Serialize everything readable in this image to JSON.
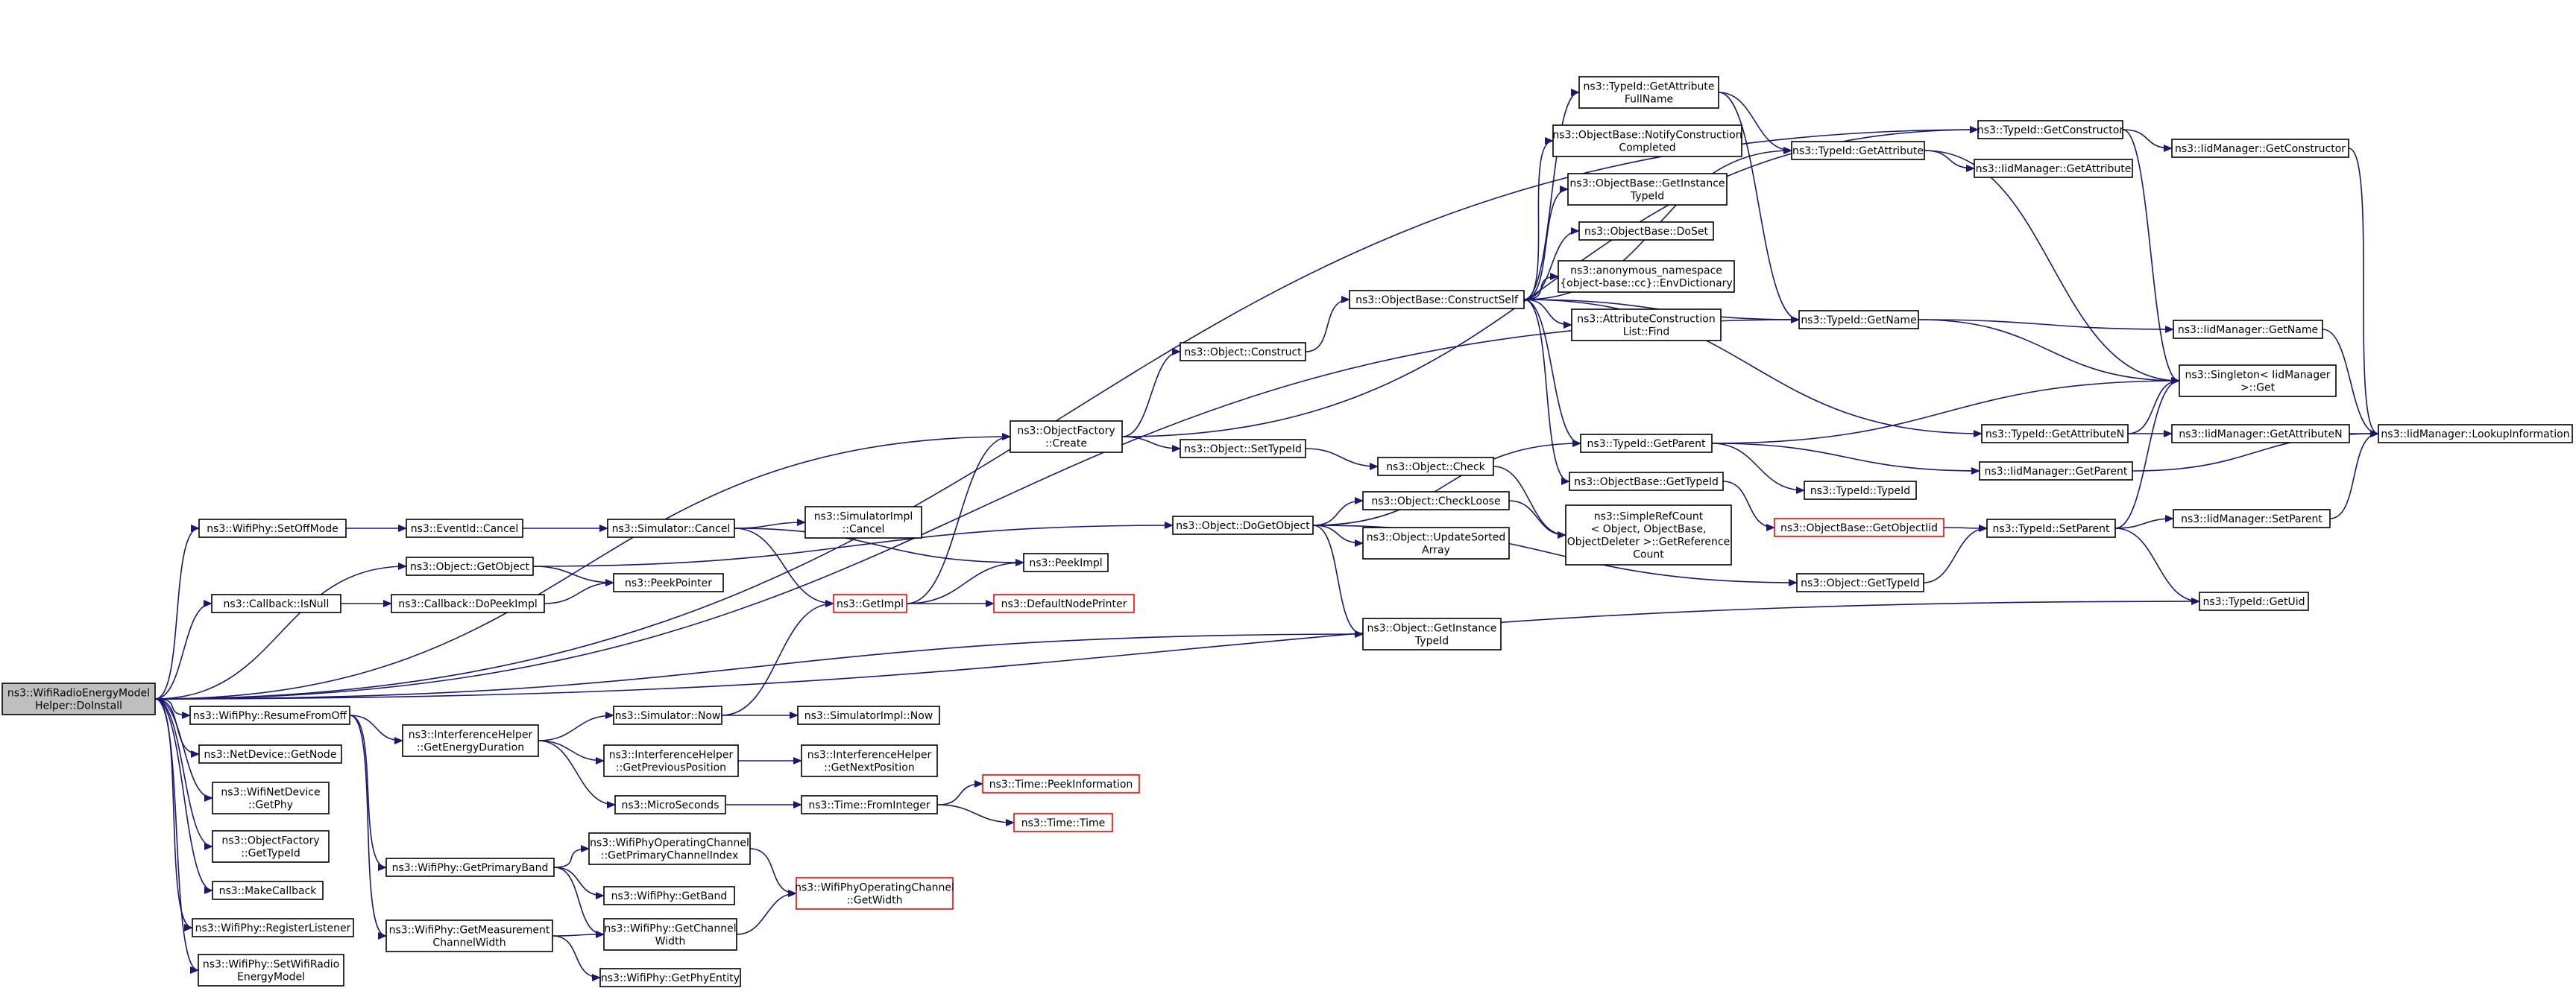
{
  "colors": {
    "edge": "#191970",
    "border": "#000000",
    "red_border": "#ff0000",
    "root_fill": "#bfbfbf"
  },
  "nodes": [
    {
      "id": "root",
      "lines": [
        "ns3::WifiRadioEnergyModel",
        "Helper::DoInstall"
      ],
      "style": "root"
    },
    {
      "id": "setOffMode",
      "lines": [
        "ns3::WifiPhy::SetOffMode"
      ]
    },
    {
      "id": "getObject",
      "lines": [
        "ns3::Object::GetObject"
      ]
    },
    {
      "id": "cbIsNull",
      "lines": [
        "ns3::Callback::IsNull"
      ]
    },
    {
      "id": "resumeFromOff",
      "lines": [
        "ns3::WifiPhy::ResumeFromOff"
      ]
    },
    {
      "id": "getNode",
      "lines": [
        "ns3::NetDevice::GetNode"
      ]
    },
    {
      "id": "wndGetPhy",
      "lines": [
        "ns3::WifiNetDevice",
        "::GetPhy"
      ]
    },
    {
      "id": "ofGetTypeId",
      "lines": [
        "ns3::ObjectFactory",
        "::GetTypeId"
      ]
    },
    {
      "id": "makeCallback",
      "lines": [
        "ns3::MakeCallback"
      ]
    },
    {
      "id": "registerListener",
      "lines": [
        "ns3::WifiPhy::RegisterListener"
      ]
    },
    {
      "id": "setEnergyModel",
      "lines": [
        "ns3::WifiPhy::SetWifiRadio",
        "EnergyModel"
      ]
    },
    {
      "id": "eventCancel",
      "lines": [
        "ns3::EventId::Cancel"
      ]
    },
    {
      "id": "cbDoPeekImpl",
      "lines": [
        "ns3::Callback::DoPeekImpl"
      ]
    },
    {
      "id": "ihGetEnergy",
      "lines": [
        "ns3::InterferenceHelper",
        "::GetEnergyDuration"
      ]
    },
    {
      "id": "getPrimaryBand",
      "lines": [
        "ns3::WifiPhy::GetPrimaryBand"
      ]
    },
    {
      "id": "getMeasChanWidth",
      "lines": [
        "ns3::WifiPhy::GetMeasurement",
        "ChannelWidth"
      ]
    },
    {
      "id": "simCancel",
      "lines": [
        "ns3::Simulator::Cancel"
      ]
    },
    {
      "id": "peekPointer",
      "lines": [
        "ns3::PeekPointer"
      ]
    },
    {
      "id": "simNow",
      "lines": [
        "ns3::Simulator::Now"
      ]
    },
    {
      "id": "ihGetPrevPos",
      "lines": [
        "ns3::InterferenceHelper",
        "::GetPreviousPosition"
      ]
    },
    {
      "id": "microSeconds",
      "lines": [
        "ns3::MicroSeconds"
      ]
    },
    {
      "id": "wocGetPrimIdx",
      "lines": [
        "ns3::WifiPhyOperatingChannel",
        "::GetPrimaryChannelIndex"
      ]
    },
    {
      "id": "getBand",
      "lines": [
        "ns3::WifiPhy::GetBand"
      ]
    },
    {
      "id": "getChanWidth",
      "lines": [
        "ns3::WifiPhy::GetChannel",
        "Width"
      ]
    },
    {
      "id": "getPhyEntity",
      "lines": [
        "ns3::WifiPhy::GetPhyEntity"
      ]
    },
    {
      "id": "simImplCancel",
      "lines": [
        "ns3::SimulatorImpl",
        "::Cancel"
      ]
    },
    {
      "id": "getImpl",
      "lines": [
        "ns3::GetImpl"
      ],
      "style": "red"
    },
    {
      "id": "simImplNow",
      "lines": [
        "ns3::SimulatorImpl::Now"
      ]
    },
    {
      "id": "ihGetNextPos",
      "lines": [
        "ns3::InterferenceHelper",
        "::GetNextPosition"
      ]
    },
    {
      "id": "timeFromInt",
      "lines": [
        "ns3::Time::FromInteger"
      ]
    },
    {
      "id": "wocGetWidth",
      "lines": [
        "ns3::WifiPhyOperatingChannel",
        "::GetWidth"
      ],
      "style": "red"
    },
    {
      "id": "ofCreate",
      "lines": [
        "ns3::ObjectFactory",
        "::Create"
      ]
    },
    {
      "id": "peekImpl",
      "lines": [
        "ns3::PeekImpl"
      ]
    },
    {
      "id": "defNodePrinter",
      "lines": [
        "ns3::DefaultNodePrinter"
      ],
      "style": "red"
    },
    {
      "id": "timePeekInfo",
      "lines": [
        "ns3::Time::PeekInformation"
      ],
      "style": "red"
    },
    {
      "id": "timeTime",
      "lines": [
        "ns3::Time::Time"
      ],
      "style": "red"
    },
    {
      "id": "objConstruct",
      "lines": [
        "ns3::Object::Construct"
      ]
    },
    {
      "id": "objSetTypeId",
      "lines": [
        "ns3::Object::SetTypeId"
      ]
    },
    {
      "id": "doGetObject",
      "lines": [
        "ns3::Object::DoGetObject"
      ]
    },
    {
      "id": "obConstructSelf",
      "lines": [
        "ns3::ObjectBase::ConstructSelf"
      ]
    },
    {
      "id": "objCheck",
      "lines": [
        "ns3::Object::Check"
      ]
    },
    {
      "id": "objCheckLoose",
      "lines": [
        "ns3::Object::CheckLoose"
      ]
    },
    {
      "id": "objUpdateSorted",
      "lines": [
        "ns3::Object::UpdateSorted",
        "Array"
      ]
    },
    {
      "id": "objGetInstTid",
      "lines": [
        "ns3::Object::GetInstance",
        "TypeId"
      ]
    },
    {
      "id": "tidGetAttrFull",
      "lines": [
        "ns3::TypeId::GetAttribute",
        "FullName"
      ]
    },
    {
      "id": "obNotifyCC",
      "lines": [
        "ns3::ObjectBase::NotifyConstruction",
        "Completed"
      ]
    },
    {
      "id": "obGetInstTid",
      "lines": [
        "ns3::ObjectBase::GetInstance",
        "TypeId"
      ]
    },
    {
      "id": "obDoSet",
      "lines": [
        "ns3::ObjectBase::DoSet"
      ]
    },
    {
      "id": "anonEnvDict",
      "lines": [
        "ns3::anonymous_namespace",
        "{object-base::cc}::EnvDictionary"
      ]
    },
    {
      "id": "acListFind",
      "lines": [
        "ns3::AttributeConstruction",
        "List::Find"
      ]
    },
    {
      "id": "tidGetParent",
      "lines": [
        "ns3::TypeId::GetParent"
      ]
    },
    {
      "id": "obGetTypeId",
      "lines": [
        "ns3::ObjectBase::GetTypeId"
      ]
    },
    {
      "id": "tidTypeId",
      "lines": [
        "ns3::TypeId::TypeId"
      ]
    },
    {
      "id": "srcGetRefCount",
      "lines": [
        "ns3::SimpleRefCount",
        "< Object, ObjectBase,",
        "ObjectDeleter >::GetReference",
        "Count"
      ]
    },
    {
      "id": "obGetObjectIid",
      "lines": [
        "ns3::ObjectBase::GetObjectIid"
      ],
      "style": "red"
    },
    {
      "id": "objGetTypeId",
      "lines": [
        "ns3::Object::GetTypeId"
      ]
    },
    {
      "id": "tidGetAttr",
      "lines": [
        "ns3::TypeId::GetAttribute"
      ]
    },
    {
      "id": "tidGetName",
      "lines": [
        "ns3::TypeId::GetName"
      ]
    },
    {
      "id": "tidGetConstructor",
      "lines": [
        "ns3::TypeId::GetConstructor"
      ]
    },
    {
      "id": "tidGetAttrN",
      "lines": [
        "ns3::TypeId::GetAttributeN"
      ]
    },
    {
      "id": "tidSetParent",
      "lines": [
        "ns3::TypeId::SetParent"
      ]
    },
    {
      "id": "iidGetAttr",
      "lines": [
        "ns3::IidManager::GetAttribute"
      ]
    },
    {
      "id": "iidGetConstructor",
      "lines": [
        "ns3::IidManager::GetConstructor"
      ]
    },
    {
      "id": "iidGetName",
      "lines": [
        "ns3::IidManager::GetName"
      ]
    },
    {
      "id": "singletonGet",
      "lines": [
        "ns3::Singleton< IidManager",
        ">::Get"
      ]
    },
    {
      "id": "iidGetAttrN",
      "lines": [
        "ns3::IidManager::GetAttributeN"
      ]
    },
    {
      "id": "iidGetParent",
      "lines": [
        "ns3::IidManager::GetParent"
      ]
    },
    {
      "id": "iidSetParent",
      "lines": [
        "ns3::IidManager::SetParent"
      ]
    },
    {
      "id": "tidGetUid",
      "lines": [
        "ns3::TypeId::GetUid"
      ]
    },
    {
      "id": "iidLookupInfo",
      "lines": [
        "ns3::IidManager::LookupInformation"
      ]
    }
  ],
  "edges": [
    [
      "root",
      "setOffMode"
    ],
    [
      "root",
      "getObject"
    ],
    [
      "root",
      "cbIsNull"
    ],
    [
      "root",
      "resumeFromOff"
    ],
    [
      "root",
      "getNode"
    ],
    [
      "root",
      "wndGetPhy"
    ],
    [
      "root",
      "ofGetTypeId"
    ],
    [
      "root",
      "makeCallback"
    ],
    [
      "root",
      "registerListener"
    ],
    [
      "root",
      "setEnergyModel"
    ],
    [
      "root",
      "ofCreate"
    ],
    [
      "root",
      "objGetInstTid"
    ],
    [
      "root",
      "tidGetConstructor"
    ],
    [
      "root",
      "tidGetName"
    ],
    [
      "root",
      "tidGetUid"
    ],
    [
      "setOffMode",
      "eventCancel"
    ],
    [
      "eventCancel",
      "simCancel"
    ],
    [
      "simCancel",
      "simImplCancel"
    ],
    [
      "simCancel",
      "getImpl"
    ],
    [
      "simCancel",
      "peekImpl"
    ],
    [
      "getObject",
      "doGetObject"
    ],
    [
      "getObject",
      "peekPointer"
    ],
    [
      "cbIsNull",
      "cbDoPeekImpl"
    ],
    [
      "cbDoPeekImpl",
      "peekPointer"
    ],
    [
      "resumeFromOff",
      "ihGetEnergy"
    ],
    [
      "resumeFromOff",
      "getPrimaryBand"
    ],
    [
      "resumeFromOff",
      "getMeasChanWidth"
    ],
    [
      "ihGetEnergy",
      "simNow"
    ],
    [
      "ihGetEnergy",
      "ihGetPrevPos"
    ],
    [
      "ihGetEnergy",
      "microSeconds"
    ],
    [
      "simNow",
      "getImpl"
    ],
    [
      "simNow",
      "simImplNow"
    ],
    [
      "ihGetPrevPos",
      "ihGetNextPos"
    ],
    [
      "microSeconds",
      "timeFromInt"
    ],
    [
      "timeFromInt",
      "timePeekInfo"
    ],
    [
      "timeFromInt",
      "timeTime"
    ],
    [
      "getPrimaryBand",
      "wocGetPrimIdx"
    ],
    [
      "getPrimaryBand",
      "getBand"
    ],
    [
      "getPrimaryBand",
      "getChanWidth"
    ],
    [
      "wocGetPrimIdx",
      "wocGetWidth"
    ],
    [
      "getChanWidth",
      "wocGetWidth"
    ],
    [
      "getMeasChanWidth",
      "getChanWidth"
    ],
    [
      "getMeasChanWidth",
      "getPhyEntity"
    ],
    [
      "getImpl",
      "ofCreate"
    ],
    [
      "getImpl",
      "peekImpl"
    ],
    [
      "getImpl",
      "defNodePrinter"
    ],
    [
      "ofCreate",
      "objConstruct"
    ],
    [
      "ofCreate",
      "objSetTypeId"
    ],
    [
      "ofCreate",
      "tidGetConstructor"
    ],
    [
      "objConstruct",
      "obConstructSelf"
    ],
    [
      "objSetTypeId",
      "objCheck"
    ],
    [
      "doGetObject",
      "objCheckLoose"
    ],
    [
      "doGetObject",
      "objUpdateSorted"
    ],
    [
      "doGetObject",
      "objGetInstTid"
    ],
    [
      "doGetObject",
      "tidGetParent"
    ],
    [
      "doGetObject",
      "objGetTypeId"
    ],
    [
      "objCheck",
      "srcGetRefCount"
    ],
    [
      "objCheckLoose",
      "srcGetRefCount"
    ],
    [
      "obConstructSelf",
      "tidGetAttrFull"
    ],
    [
      "obConstructSelf",
      "obNotifyCC"
    ],
    [
      "obConstructSelf",
      "obGetInstTid"
    ],
    [
      "obConstructSelf",
      "obDoSet"
    ],
    [
      "obConstructSelf",
      "anonEnvDict"
    ],
    [
      "obConstructSelf",
      "acListFind"
    ],
    [
      "obConstructSelf",
      "tidGetParent"
    ],
    [
      "obConstructSelf",
      "obGetTypeId"
    ],
    [
      "obConstructSelf",
      "tidGetAttr"
    ],
    [
      "obConstructSelf",
      "tidGetName"
    ],
    [
      "obConstructSelf",
      "tidGetAttrN"
    ],
    [
      "tidGetAttrFull",
      "tidGetAttr"
    ],
    [
      "tidGetAttrFull",
      "tidGetName"
    ],
    [
      "tidGetParent",
      "tidTypeId"
    ],
    [
      "tidGetParent",
      "iidGetParent"
    ],
    [
      "tidGetParent",
      "singletonGet"
    ],
    [
      "obGetTypeId",
      "obGetObjectIid"
    ],
    [
      "obGetObjectIid",
      "tidSetParent"
    ],
    [
      "objGetTypeId",
      "tidSetParent"
    ],
    [
      "tidGetAttr",
      "iidGetAttr"
    ],
    [
      "tidGetAttr",
      "singletonGet"
    ],
    [
      "tidGetName",
      "iidGetName"
    ],
    [
      "tidGetName",
      "singletonGet"
    ],
    [
      "tidGetConstructor",
      "iidGetConstructor"
    ],
    [
      "tidGetConstructor",
      "singletonGet"
    ],
    [
      "tidGetAttrN",
      "iidGetAttrN"
    ],
    [
      "tidGetAttrN",
      "singletonGet"
    ],
    [
      "tidSetParent",
      "iidSetParent"
    ],
    [
      "tidSetParent",
      "tidGetUid"
    ],
    [
      "tidSetParent",
      "singletonGet"
    ],
    [
      "iidGetConstructor",
      "iidLookupInfo"
    ],
    [
      "iidGetName",
      "iidLookupInfo"
    ],
    [
      "iidGetAttrN",
      "iidLookupInfo"
    ],
    [
      "iidGetParent",
      "iidLookupInfo"
    ],
    [
      "iidSetParent",
      "iidLookupInfo"
    ]
  ]
}
